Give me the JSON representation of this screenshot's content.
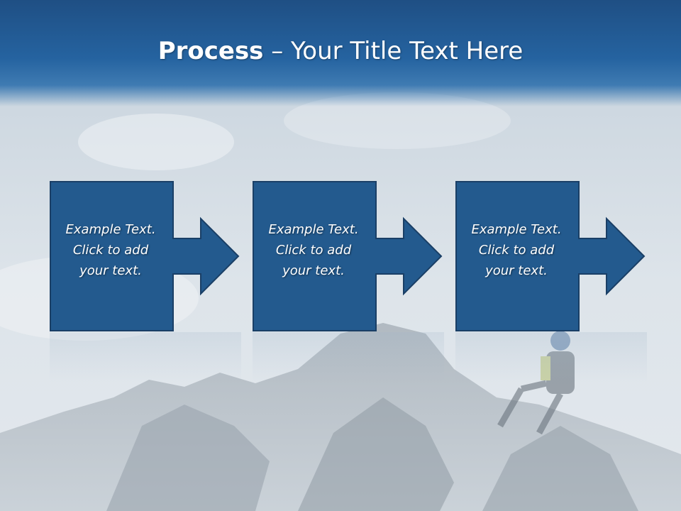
{
  "slide": {
    "title_bold": "Process",
    "title_rest": " – Your Title Text Here"
  },
  "steps": [
    {
      "text_lines": [
        "Example Text.",
        "Click  to add",
        "your text."
      ]
    },
    {
      "text_lines": [
        "Example Text.",
        "Click  to add",
        "your text."
      ]
    },
    {
      "text_lines": [
        "Example Text.",
        "Click  to add",
        "your text."
      ]
    }
  ],
  "colors": {
    "title_band": "#2563a0",
    "box_fill": "#235a8e",
    "box_border": "#1a3f66",
    "text": "#ffffff"
  }
}
